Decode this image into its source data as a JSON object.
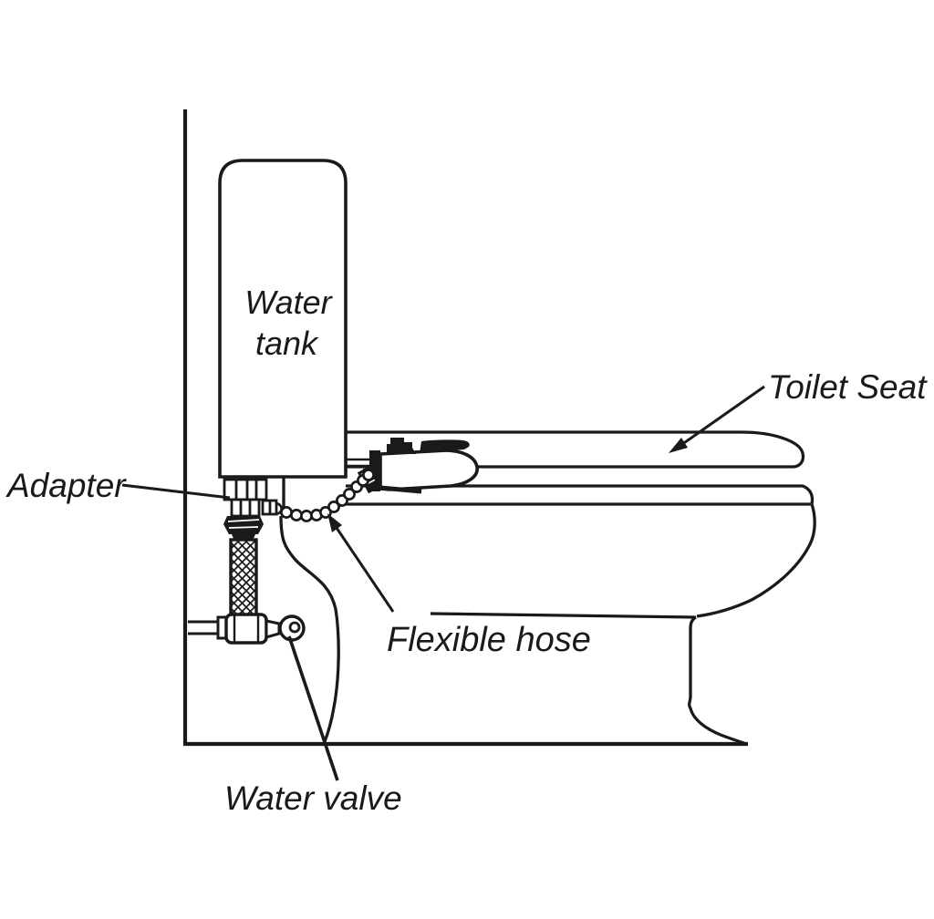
{
  "diagram": {
    "labels": {
      "water_tank_line1": "Water",
      "water_tank_line2": "tank",
      "toilet_seat": "Toilet Seat",
      "adapter": "Adapter",
      "flexible_hose": "Flexible hose",
      "water_valve": "Water valve"
    },
    "colors": {
      "line": "#1a1a1a",
      "background": "#ffffff"
    }
  }
}
